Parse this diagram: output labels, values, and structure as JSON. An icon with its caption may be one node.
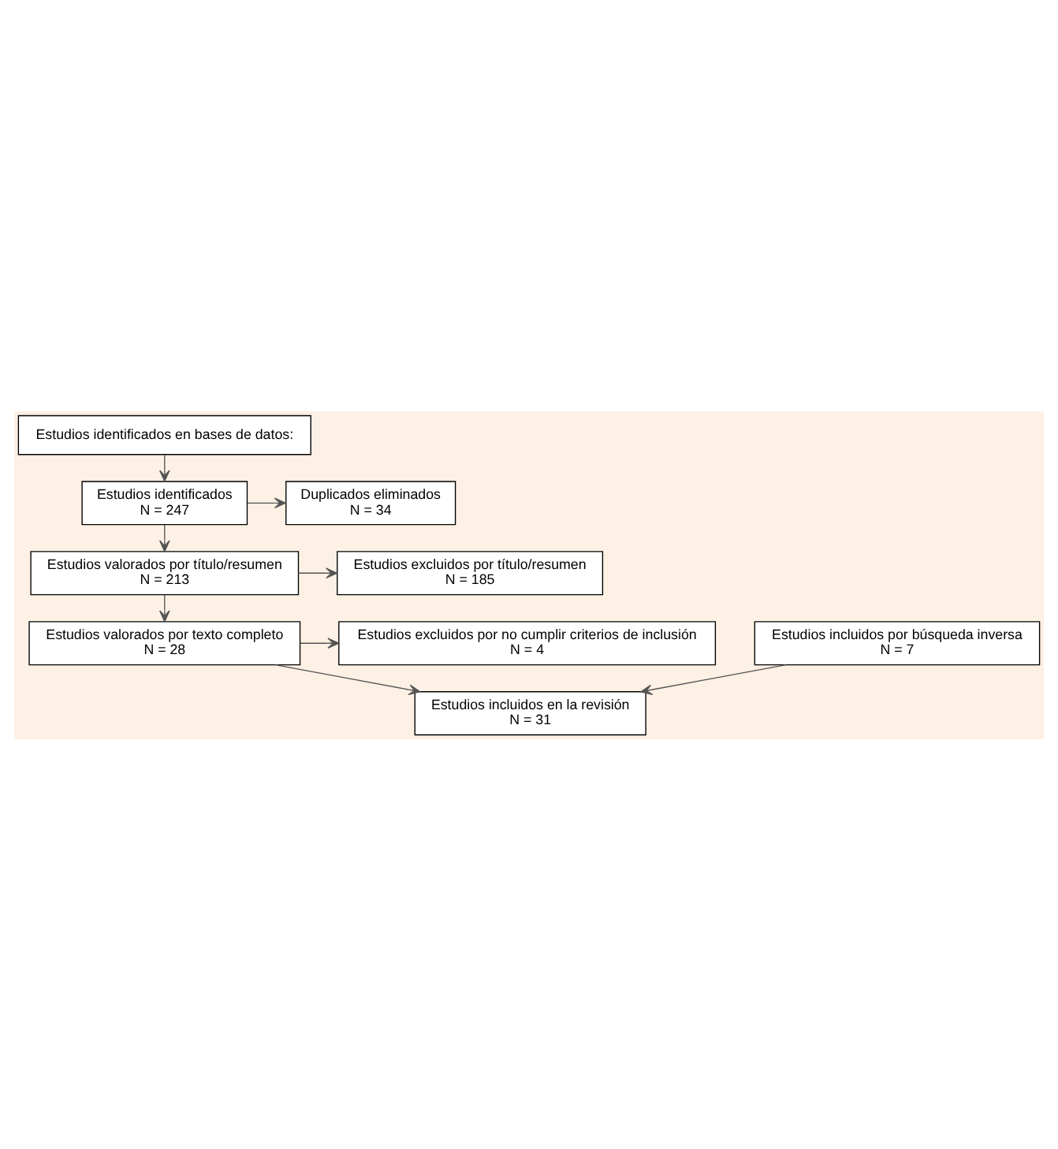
{
  "diagram": {
    "nodes": [
      {
        "text": [
          "Estudios identificados en bases de datos:"
        ]
      },
      {
        "text": [
          "Estudios identificados",
          "N = 247"
        ]
      },
      {
        "text": [
          "Duplicados eliminados",
          "N = 34"
        ]
      },
      {
        "text": [
          "Estudios valorados por título/resumen",
          "N = 213"
        ]
      },
      {
        "text": [
          "Estudios excluidos por título/resumen",
          "N = 185"
        ]
      },
      {
        "text": [
          "Estudios valorados por texto completo",
          "N = 28"
        ]
      },
      {
        "text": [
          "Estudios excluidos por no cumplir criterios de inclusión",
          "N = 4"
        ]
      },
      {
        "text": [
          "Estudios incluidos por búsqueda inversa",
          "N = 7"
        ]
      },
      {
        "text": [
          "Estudios incluidos en la revisión",
          "N = 31"
        ]
      }
    ],
    "edges": [
      {
        "from": 0,
        "to": 1,
        "arrow": "to"
      },
      {
        "from": 1,
        "to": 2,
        "arrow": "to"
      },
      {
        "from": 1,
        "to": 3,
        "arrow": "to"
      },
      {
        "from": 3,
        "to": 4,
        "arrow": "to"
      },
      {
        "from": 3,
        "to": 5,
        "arrow": "to"
      },
      {
        "from": 5,
        "to": 6,
        "arrow": "to"
      },
      {
        "from": 5,
        "to": 8,
        "arrow": "to"
      },
      {
        "from": 7,
        "to": 8,
        "arrow": "to"
      }
    ]
  }
}
